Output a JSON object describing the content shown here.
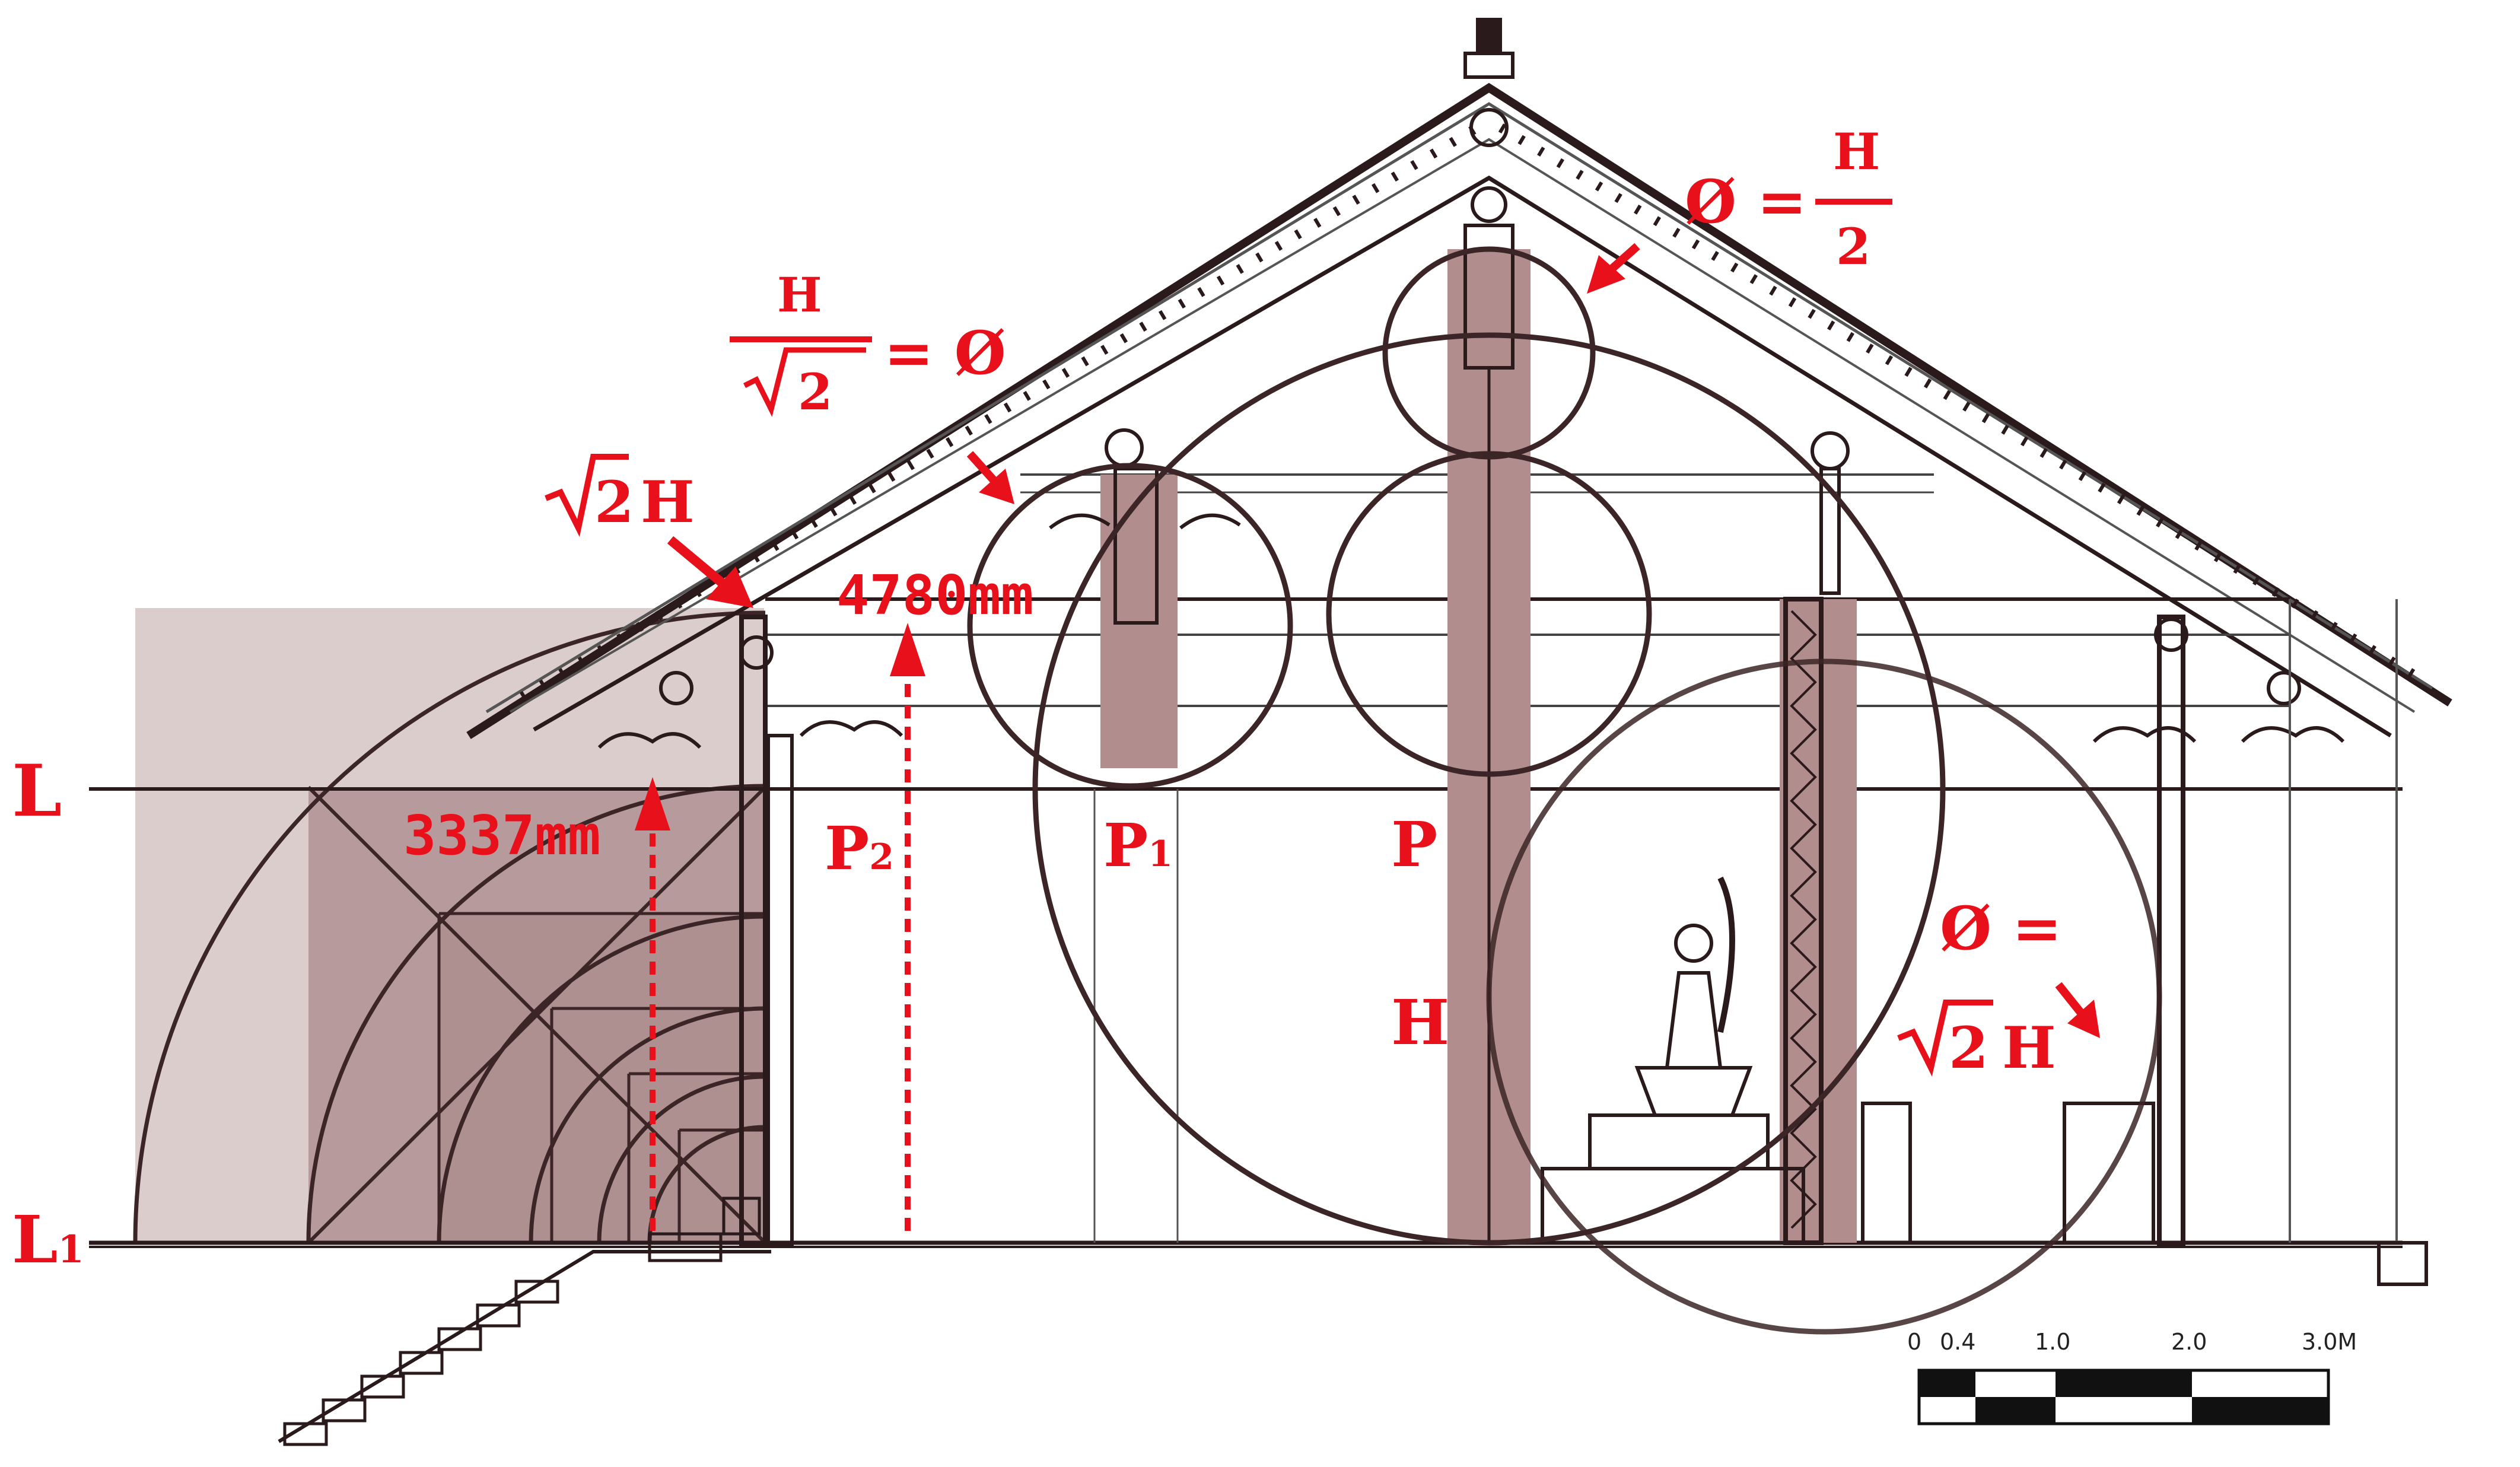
{
  "colors": {
    "annotation_red": "#e8101a",
    "ink_brown": "#3b2526",
    "shade_light": "#dccdcd",
    "shade_dark": "#b79a9b",
    "column_fill": "#b28d8e"
  },
  "labels": {
    "line_L": "L",
    "line_L1": "L",
    "line_L1_sub": "1",
    "column_P": "P",
    "column_P1": "P",
    "column_P1_sub": "1",
    "column_P2": "P",
    "column_P2_sub": "2",
    "height_H": "H",
    "dim_left": "3337mm",
    "dim_middle": "4780mm",
    "sqrt2H_left_coef": "2",
    "sqrt2H_left_H": "H",
    "formula_top_lhs": "Ø =",
    "formula_top_num": "H",
    "formula_top_den": "2",
    "formula_mid_num": "H",
    "formula_mid_den": "2",
    "formula_mid_rhs": "= Ø",
    "formula_right_lhs": "Ø =",
    "formula_right_coef": "2",
    "formula_right_H": "H"
  },
  "scale_bar": {
    "ticks": [
      "0",
      "0.4",
      "1.0",
      "2.0",
      "3.0M"
    ]
  }
}
